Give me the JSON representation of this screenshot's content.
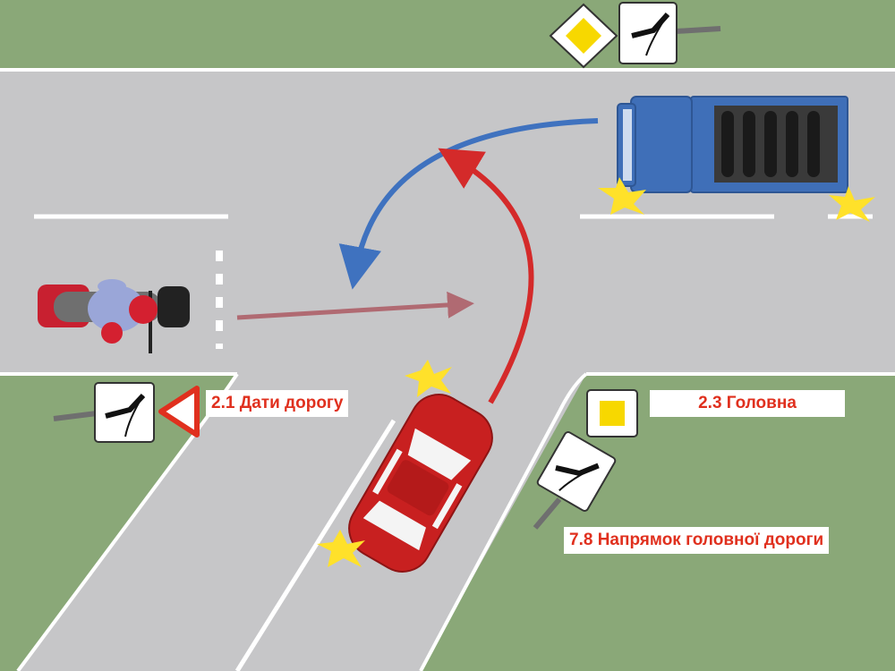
{
  "colors": {
    "grass": "#8aa878",
    "road": "#c6c6c8",
    "marking": "#ffffff",
    "truck": "#3f6fb8",
    "car": "#c82020",
    "motorcycle_rider": "#d42030",
    "blue_path": "#3f72bf",
    "red_path": "#d42a2a",
    "straight_path": "#b06a72",
    "indicator": "#ffe12a",
    "sign_main_road": "#f7d800",
    "label_text": "#e0301e"
  },
  "signs": {
    "give_way": {
      "code": "2.1",
      "name": "Дати дорогу"
    },
    "main_road": {
      "code": "2.3",
      "name": "Головна"
    },
    "direction": {
      "code": "7.8",
      "name": "Напрямок головної дороги"
    }
  },
  "labels": {
    "give_way": "2.1 Дати дорогу",
    "main_road": "2.3 Головна",
    "direction": "7.8 Напрямок головної дороги"
  },
  "vehicles": [
    {
      "kind": "truck",
      "icon": "truck-icon"
    },
    {
      "kind": "car",
      "icon": "car-icon"
    },
    {
      "kind": "motorcycle",
      "icon": "motorcycle-icon"
    }
  ],
  "paths": [
    {
      "vehicle": "truck",
      "move": "left-turn",
      "icon": "curved-arrow-icon"
    },
    {
      "vehicle": "car",
      "move": "left-turn",
      "icon": "curved-arrow-icon"
    },
    {
      "vehicle": "motorcycle",
      "move": "straight",
      "icon": "arrow-right-icon"
    }
  ]
}
